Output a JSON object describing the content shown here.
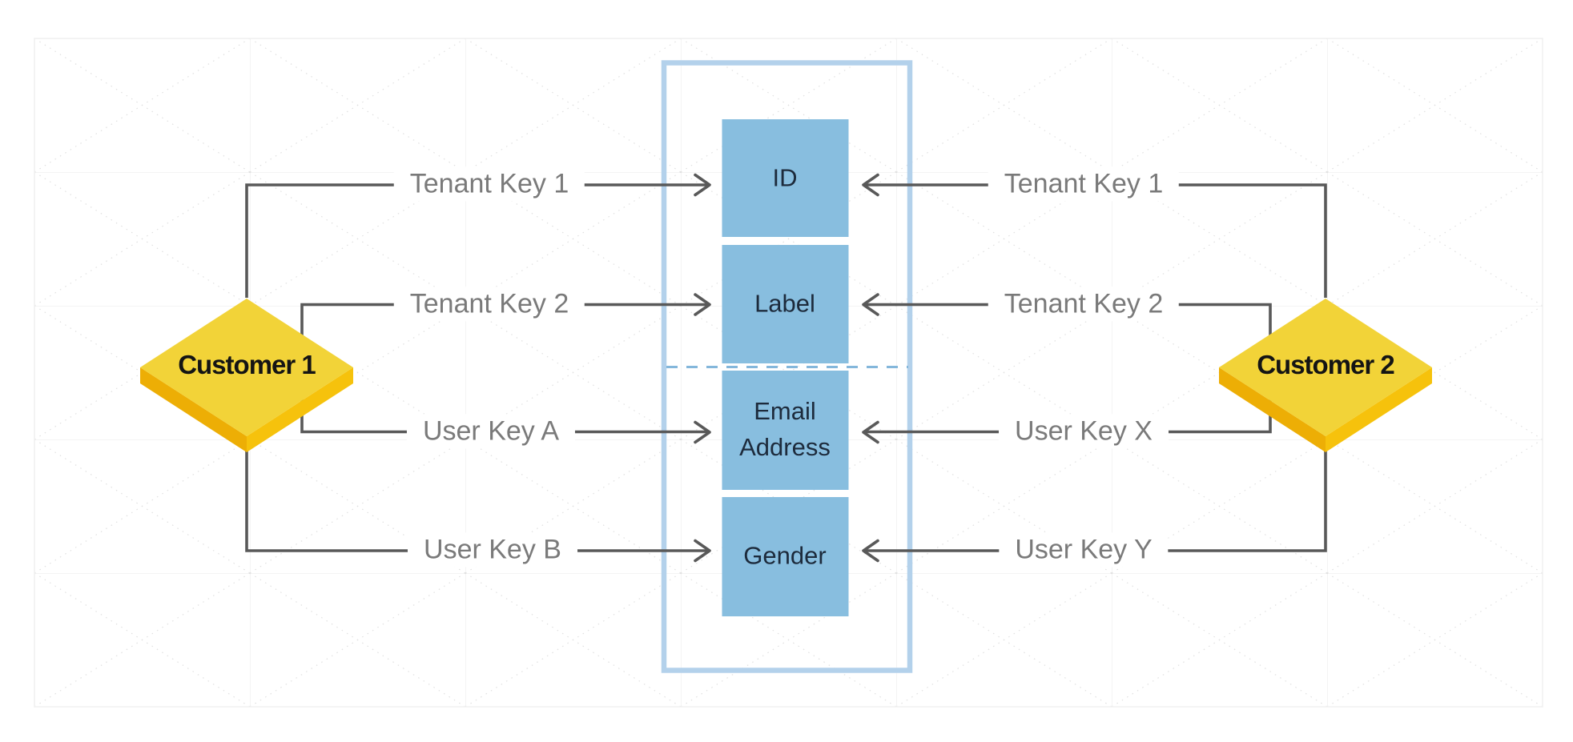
{
  "entities": {
    "left": "Customer 1",
    "right": "Customer 2"
  },
  "container": {
    "fields": [
      {
        "label": "ID"
      },
      {
        "label": "Label"
      },
      {
        "label": "Email Address"
      },
      {
        "label": "Gender"
      }
    ]
  },
  "left_keys": [
    "Tenant Key 1",
    "Tenant Key 2",
    "User Key A",
    "User Key B"
  ],
  "right_keys": [
    "Tenant Key 1",
    "Tenant Key 2",
    "User Key X",
    "User Key Y"
  ],
  "colors": {
    "node_yellow_face": "#F2D338",
    "node_yellow_side": "#F6C20C",
    "node_yellow_side_dark": "#EDAE05",
    "field_blue": "#88BEDF",
    "container_border_blue": "#B3D1EB",
    "separator_dash_blue": "#84B7DB",
    "connector_gray": "#595959",
    "key_label_gray": "#7A7A7A",
    "field_text_navy": "#1D2B3C"
  }
}
